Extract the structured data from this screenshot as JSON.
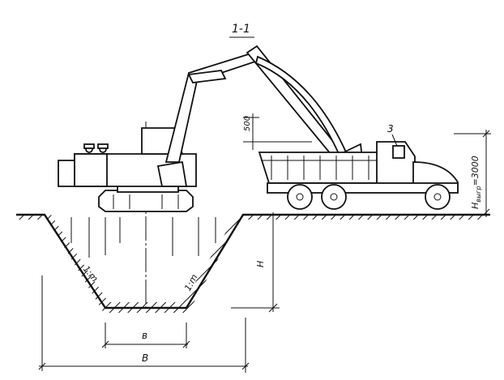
{
  "section_title": "1-1",
  "labels": {
    "bucket_clearance": "500",
    "truck_marker": "3",
    "unload_height_main": "H",
    "unload_height_sub": "выгр",
    "unload_height_value": "=3000",
    "slope_left": "1:m",
    "slope_right": "1:m",
    "depth": "H",
    "bottom_width": "в",
    "top_width": "В"
  }
}
